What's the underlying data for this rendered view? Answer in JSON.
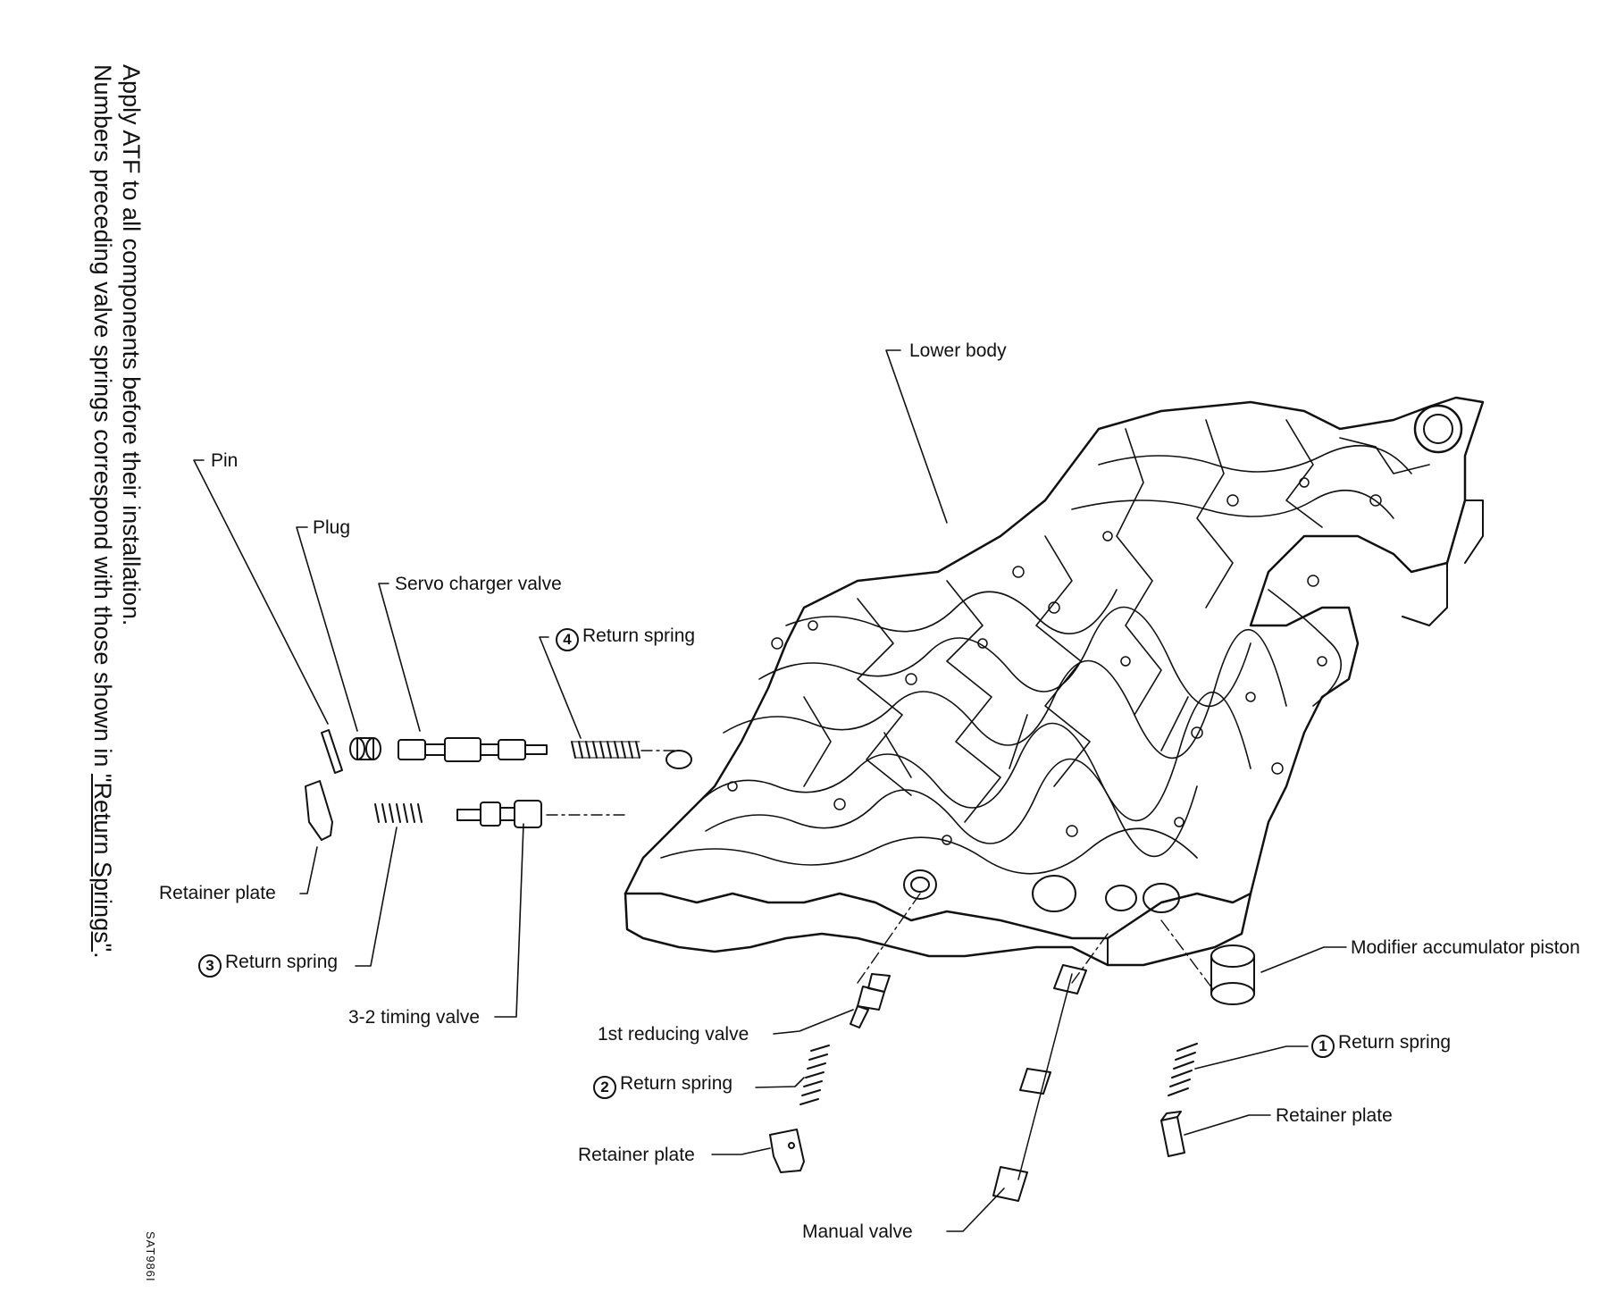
{
  "notes": {
    "line1": "Apply ATF to all components before their installation.",
    "line2_prefix": "Numbers preceding valve springs correspond with those shown in ",
    "line2_link": "\"Return Springs\"",
    "line2_suffix": "."
  },
  "figure_id": "SAT986I",
  "labels": {
    "lower_body": "Lower body",
    "pin": "Pin",
    "plug": "Plug",
    "servo_charger_valve": "Servo charger valve",
    "return_spring": "Return spring",
    "retainer_plate": "Retainer plate",
    "timing_valve": "3-2 timing valve",
    "first_reducing_valve": "1st reducing valve",
    "manual_valve": "Manual valve",
    "modifier_accumulator_piston": "Modifier accumulator piston"
  },
  "spring_numbers": [
    "1",
    "2",
    "3",
    "4"
  ]
}
